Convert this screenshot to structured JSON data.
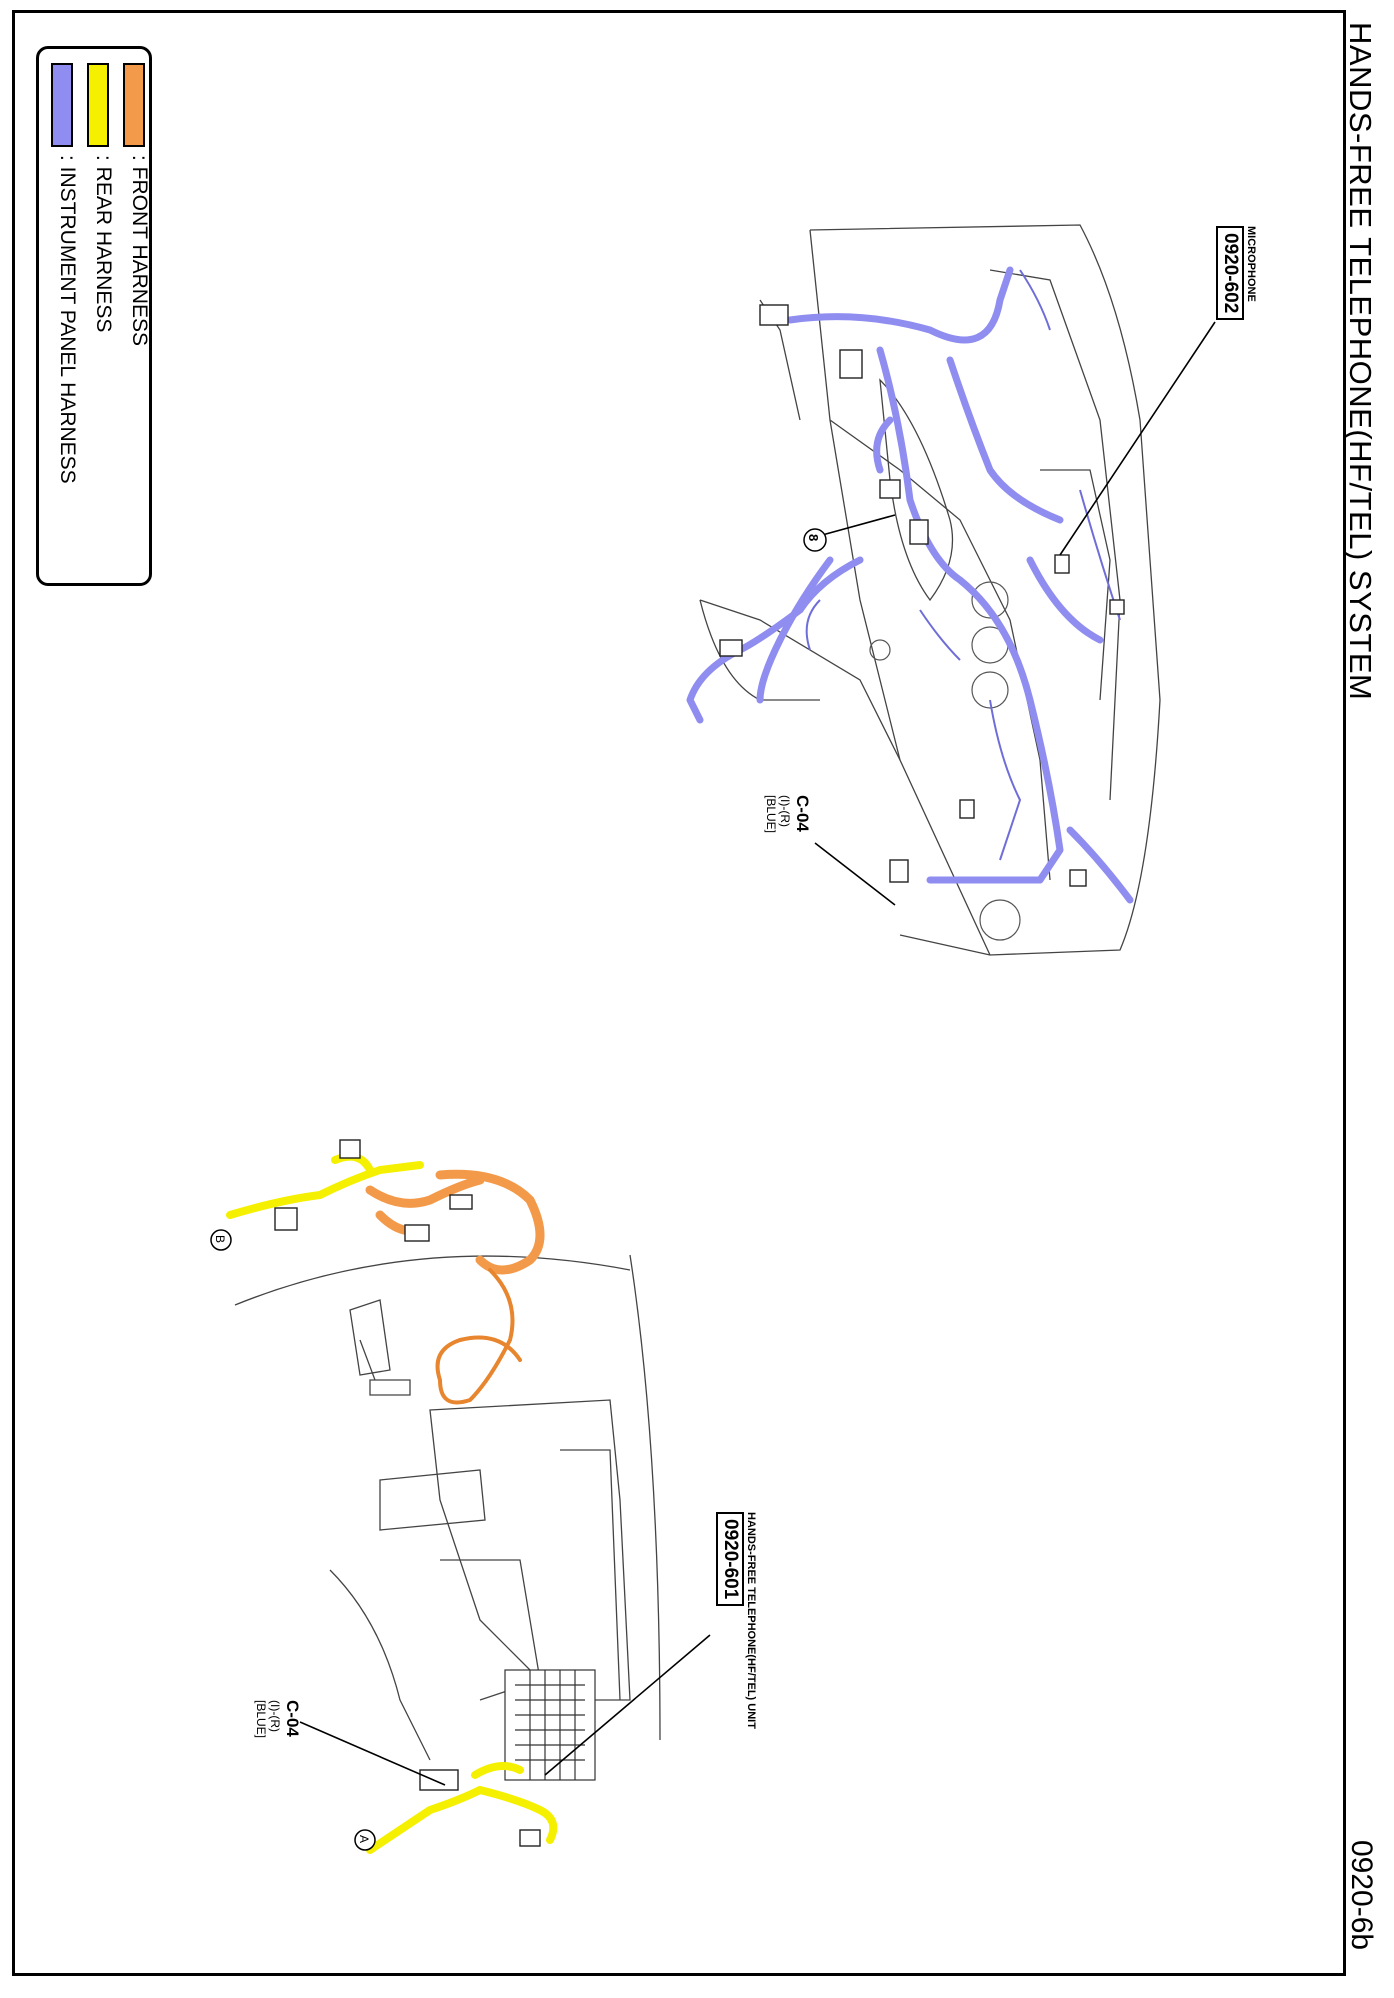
{
  "header": {
    "title": "HANDS-FREE TELEPHONE(HF/TEL) SYSTEM",
    "page_number": "0920-6b"
  },
  "legend": {
    "items": [
      {
        "label": ": FRONT HARNESS",
        "color": "#f39a4a"
      },
      {
        "label": ": REAR HARNESS",
        "color": "#f5f000"
      },
      {
        "label": ": INSTRUMENT PANEL HARNESS",
        "color": "#8f8ef0"
      }
    ]
  },
  "components": [
    {
      "name": "MICROPHONE",
      "code": "0920-602"
    },
    {
      "name": "HANDS-FREE TELEPHONE(HF/TEL) UNIT",
      "code": "0920-601"
    }
  ],
  "connectors": [
    {
      "id": "C-04",
      "pins": "(I)-(R)",
      "color": "[BLUE]"
    },
    {
      "id": "C-04",
      "pins": "(I)-(R)",
      "color": "[BLUE]"
    }
  ],
  "markers": {
    "upper": "8",
    "lower_a": "A",
    "lower_b": "B"
  }
}
